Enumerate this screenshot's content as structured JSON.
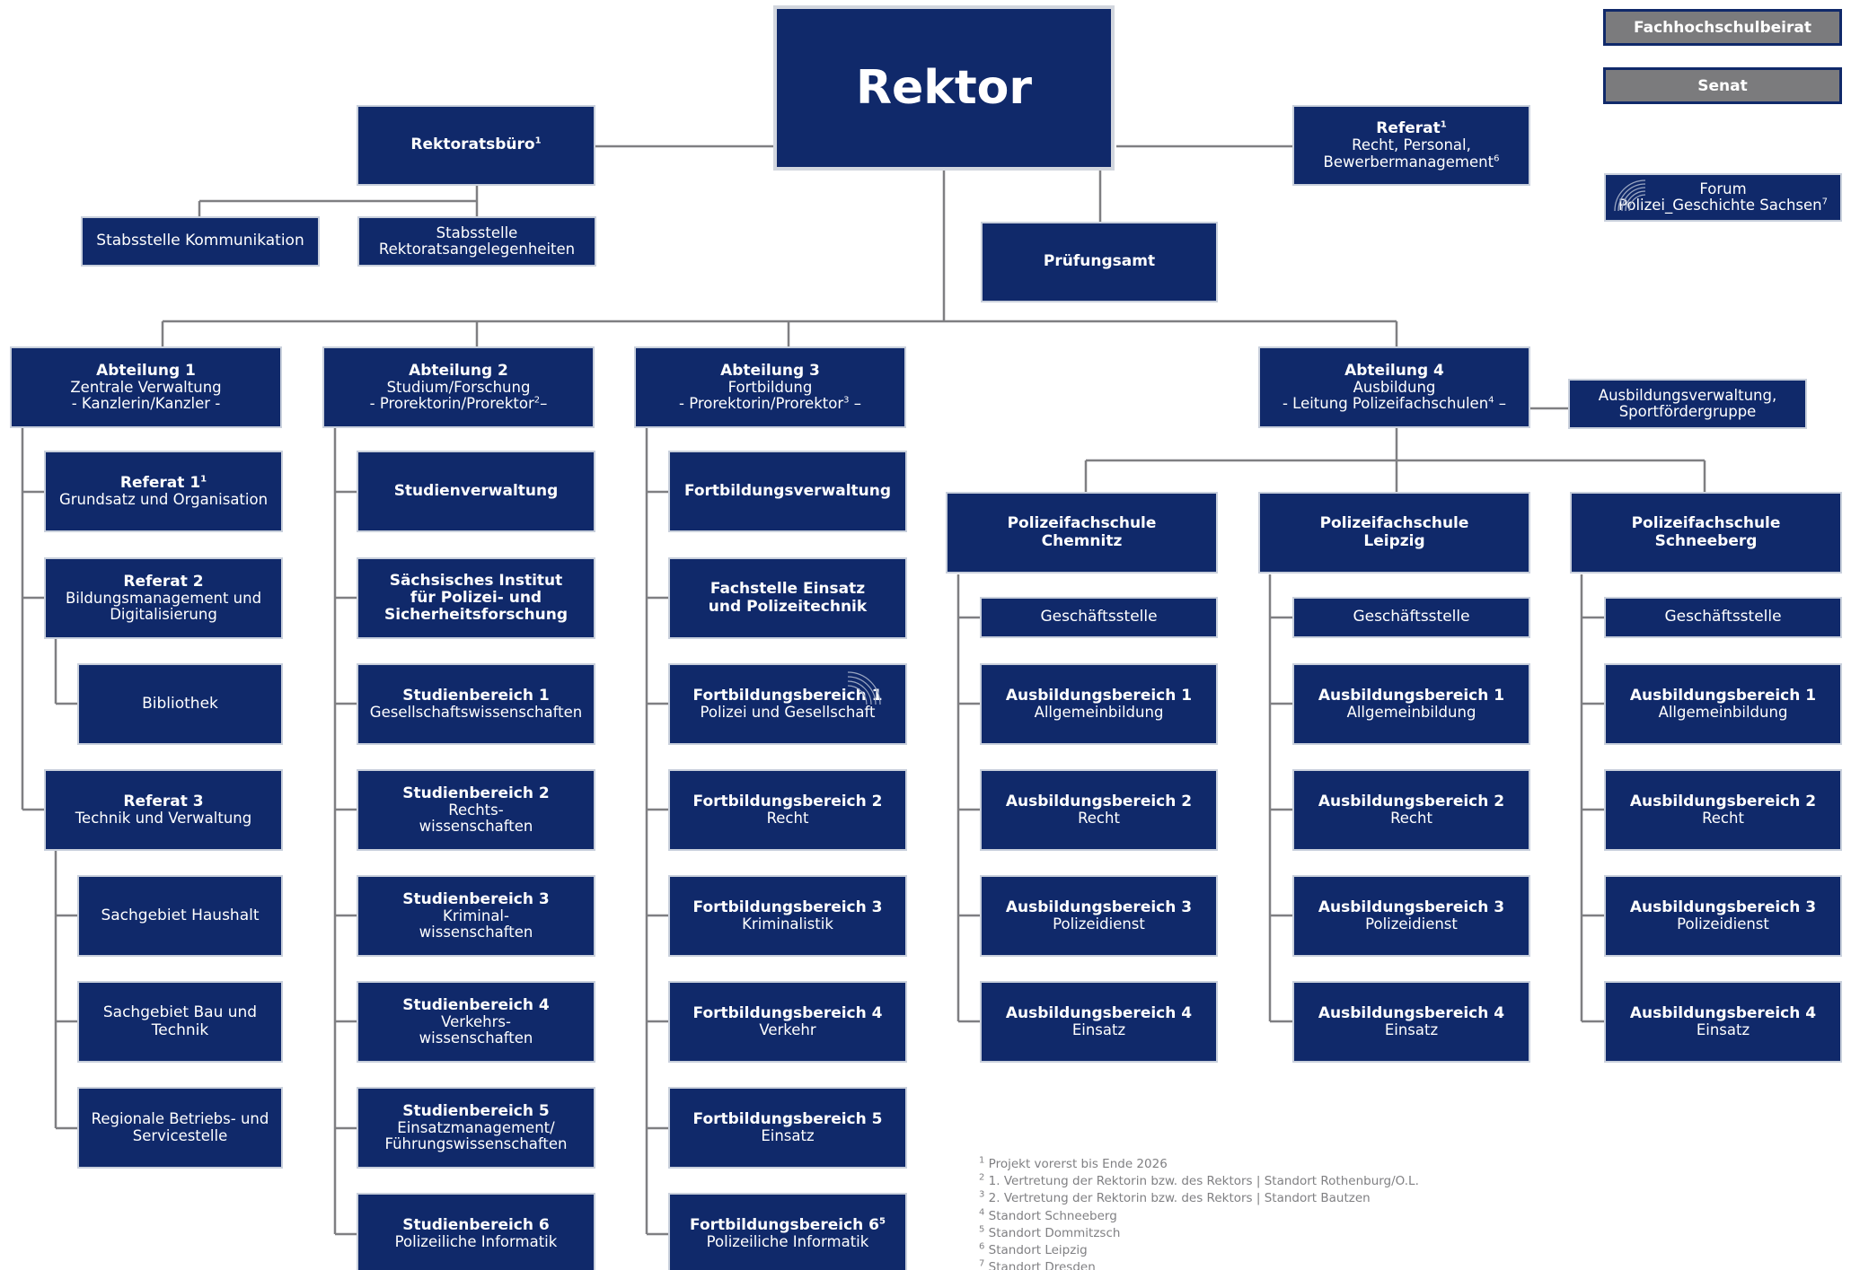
{
  "colors": {
    "box": "#10296a",
    "box_border": "#c9d0dc",
    "line": "#7f7f82",
    "gray_box": "#7b7b7d",
    "footnote": "#808083"
  },
  "rektor": "Rektor",
  "rektoratsbuero": "Rektoratsbüro",
  "stabsstelle_kommunikation": "Stabsstelle Kommunikation",
  "stabsstelle_rektorat": [
    "Stabsstelle",
    "Rektoratsangelegenheiten"
  ],
  "referat_recht": {
    "title": "Referat",
    "lines": [
      "Recht, Personal,",
      "Bewerbermanagement"
    ]
  },
  "pruefungsamt": "Prüfungsamt",
  "fachhochschulbeirat": "Fachhochschulbeirat",
  "senat": "Senat",
  "forum": [
    "Forum",
    "Polizei_Geschichte Sachsen"
  ],
  "abteilung1": {
    "title": "Abteilung 1",
    "lines": [
      "Zentrale Verwaltung",
      "- Kanzlerin/Kanzler -"
    ]
  },
  "abteilung2": {
    "title": "Abteilung 2",
    "lines": [
      "Studium/Forschung",
      "- Prorektorin/Prorektor"
    ]
  },
  "abteilung3": {
    "title": "Abteilung 3",
    "lines": [
      "Fortbildung",
      "- Prorektorin/Prorektor"
    ]
  },
  "abteilung4": {
    "title": "Abteilung 4",
    "lines": [
      "Ausbildung",
      "- Leitung Polizeifachschulen"
    ]
  },
  "ausbildungsverwaltung": [
    "Ausbildungsverwaltung,",
    "Sportfördergruppe"
  ],
  "col1": {
    "referat1": {
      "title": "Referat 1",
      "line": "Grundsatz und Organisation"
    },
    "referat2": {
      "title": "Referat 2",
      "lines": [
        "Bildungsmanagement und",
        "Digitalisierung"
      ]
    },
    "bibliothek": "Bibliothek",
    "referat3": {
      "title": "Referat 3",
      "line": "Technik und Verwaltung"
    },
    "haushalt": "Sachgebiet Haushalt",
    "bau": "Sachgebiet Bau und Technik",
    "regional": [
      "Regionale Betriebs- und",
      "Servicestelle"
    ]
  },
  "col2": {
    "studienverwaltung": "Studienverwaltung",
    "institut": [
      "Sächsisches Institut",
      "für Polizei- und",
      "Sicherheitsforschung"
    ],
    "sb1": {
      "title": "Studienbereich 1",
      "lines": [
        "Gesellschaftswissenschaften"
      ]
    },
    "sb2": {
      "title": "Studienbereich 2",
      "lines": [
        "Rechts-",
        "wissenschaften"
      ]
    },
    "sb3": {
      "title": "Studienbereich 3",
      "lines": [
        "Kriminal-",
        "wissenschaften"
      ]
    },
    "sb4": {
      "title": "Studienbereich 4",
      "lines": [
        "Verkehrs-",
        "wissenschaften"
      ]
    },
    "sb5": {
      "title": "Studienbereich 5",
      "lines": [
        "Einsatzmanagement/",
        "Führungswissenschaften"
      ]
    },
    "sb6": {
      "title": "Studienbereich 6",
      "lines": [
        "Polizeiliche Informatik"
      ]
    }
  },
  "col3": {
    "fortbildungsverwaltung": "Fortbildungsverwaltung",
    "fachstelle": [
      "Fachstelle Einsatz",
      "und Polizeitechnik"
    ],
    "fb1": {
      "title": "Fortbildungsbereich 1",
      "line": "Polizei und Gesellschaft"
    },
    "fb2": {
      "title": "Fortbildungsbereich 2",
      "line": "Recht"
    },
    "fb3": {
      "title": "Fortbildungsbereich 3",
      "line": "Kriminalistik"
    },
    "fb4": {
      "title": "Fortbildungsbereich 4",
      "line": "Verkehr"
    },
    "fb5": {
      "title": "Fortbildungsbereich 5",
      "line": "Einsatz"
    },
    "fb6": {
      "title": "Fortbildungsbereich 6",
      "line": "Polizeiliche Informatik"
    }
  },
  "schools": [
    {
      "title": "Polizeifachschule",
      "city": "Chemnitz"
    },
    {
      "title": "Polizeifachschule",
      "city": "Leipzig"
    },
    {
      "title": "Polizeifachschule",
      "city": "Schneeberg"
    }
  ],
  "school_units": {
    "geschaeftsstelle": "Geschäftsstelle",
    "ab1": {
      "title": "Ausbildungsbereich 1",
      "line": "Allgemeinbildung"
    },
    "ab2": {
      "title": "Ausbildungsbereich 2",
      "line": "Recht"
    },
    "ab3": {
      "title": "Ausbildungsbereich 3",
      "line": "Polizeidienst"
    },
    "ab4": {
      "title": "Ausbildungsbereich 4",
      "line": "Einsatz"
    }
  },
  "footnotes": [
    {
      "n": "1",
      "text": "Projekt vorerst bis Ende 2026"
    },
    {
      "n": "2",
      "text": "1. Vertretung der Rektorin bzw. des Rektors | Standort Rothenburg/O.L."
    },
    {
      "n": "3",
      "text": "2. Vertretung der Rektorin bzw. des Rektors | Standort Bautzen"
    },
    {
      "n": "4",
      "text": "Standort Schneeberg"
    },
    {
      "n": "5",
      "text": "Standort Dommitzsch"
    },
    {
      "n": "6",
      "text": "Standort Leipzig"
    },
    {
      "n": "7",
      "text": "Standort Dresden"
    }
  ]
}
